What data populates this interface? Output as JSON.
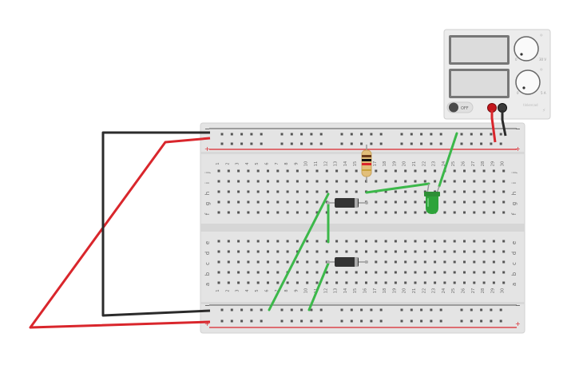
{
  "power_supply": {
    "off_label": "OFF",
    "knob_voltage_max": "30 V",
    "knob_current_max": "5 A",
    "knob_min": "0",
    "brand_text": "tinkercad"
  },
  "breadboard": {
    "rail_minus": "−",
    "rail_plus": "+",
    "columns": [
      "1",
      "2",
      "3",
      "4",
      "5",
      "6",
      "7",
      "8",
      "9",
      "10",
      "11",
      "12",
      "13",
      "14",
      "15",
      "16",
      "17",
      "18",
      "19",
      "20",
      "21",
      "22",
      "23",
      "24",
      "25",
      "26",
      "27",
      "28",
      "29",
      "30"
    ],
    "top_rows": [
      "j",
      "i",
      "h",
      "g",
      "f"
    ],
    "bottom_rows": [
      "e",
      "d",
      "c",
      "b",
      "a"
    ]
  },
  "colors": {
    "red_wire": "#d9262c",
    "black_wire": "#2b2b2b",
    "green_wire": "#3cb84a",
    "board": "#e4e4e4",
    "led": "#2ea33a"
  }
}
